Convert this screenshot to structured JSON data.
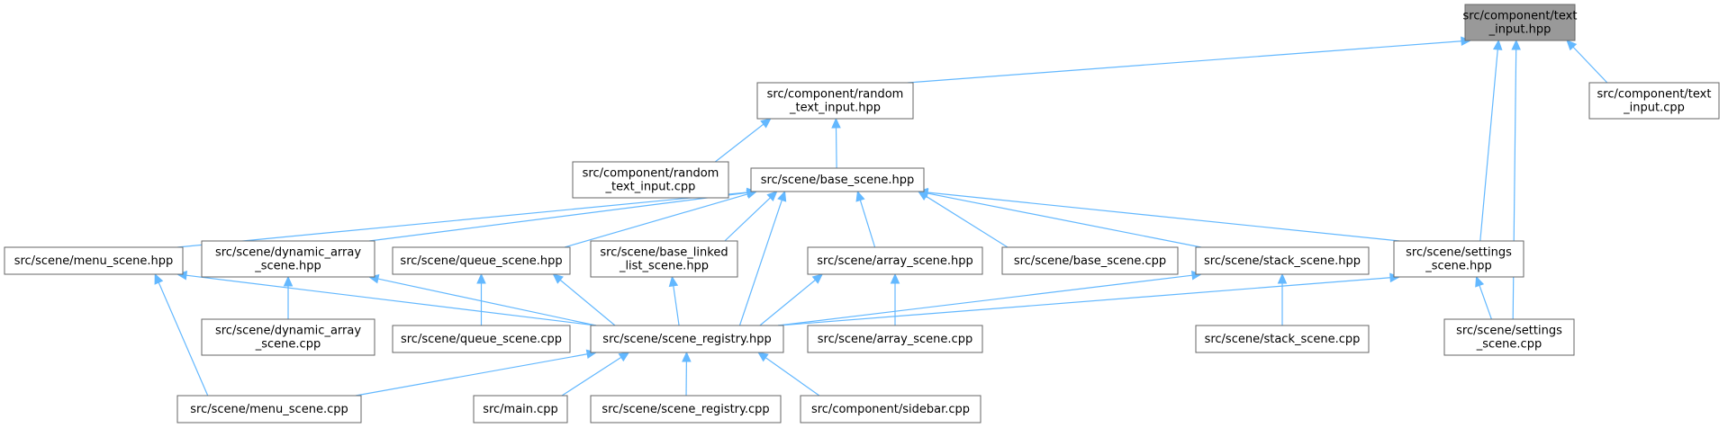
{
  "nodes": [
    {
      "id": "text_input_hpp",
      "lines": [
        "src/component/text",
        "_input.hpp"
      ],
      "root": true
    },
    {
      "id": "random_text_input_hpp",
      "lines": [
        "src/component/random",
        "_text_input.hpp"
      ]
    },
    {
      "id": "text_input_cpp",
      "lines": [
        "src/component/text",
        "_input.cpp"
      ]
    },
    {
      "id": "random_text_input_cpp",
      "lines": [
        "src/component/random",
        "_text_input.cpp"
      ]
    },
    {
      "id": "base_scene_hpp",
      "lines": [
        "src/scene/base_scene.hpp"
      ]
    },
    {
      "id": "menu_scene_hpp",
      "lines": [
        "src/scene/menu_scene.hpp"
      ]
    },
    {
      "id": "dynamic_array_scene_hpp",
      "lines": [
        "src/scene/dynamic_array",
        "_scene.hpp"
      ]
    },
    {
      "id": "queue_scene_hpp",
      "lines": [
        "src/scene/queue_scene.hpp"
      ]
    },
    {
      "id": "base_linked_list_scene_hpp",
      "lines": [
        "src/scene/base_linked",
        "_list_scene.hpp"
      ]
    },
    {
      "id": "array_scene_hpp",
      "lines": [
        "src/scene/array_scene.hpp"
      ]
    },
    {
      "id": "base_scene_cpp",
      "lines": [
        "src/scene/base_scene.cpp"
      ]
    },
    {
      "id": "stack_scene_hpp",
      "lines": [
        "src/scene/stack_scene.hpp"
      ]
    },
    {
      "id": "settings_scene_hpp",
      "lines": [
        "src/scene/settings",
        "_scene.hpp"
      ]
    },
    {
      "id": "dynamic_array_scene_cpp",
      "lines": [
        "src/scene/dynamic_array",
        "_scene.cpp"
      ]
    },
    {
      "id": "queue_scene_cpp",
      "lines": [
        "src/scene/queue_scene.cpp"
      ]
    },
    {
      "id": "scene_registry_hpp",
      "lines": [
        "src/scene/scene_registry.hpp"
      ]
    },
    {
      "id": "array_scene_cpp",
      "lines": [
        "src/scene/array_scene.cpp"
      ]
    },
    {
      "id": "stack_scene_cpp",
      "lines": [
        "src/scene/stack_scene.cpp"
      ]
    },
    {
      "id": "settings_scene_cpp",
      "lines": [
        "src/scene/settings",
        "_scene.cpp"
      ]
    },
    {
      "id": "menu_scene_cpp",
      "lines": [
        "src/scene/menu_scene.cpp"
      ]
    },
    {
      "id": "main_cpp",
      "lines": [
        "src/main.cpp"
      ]
    },
    {
      "id": "scene_registry_cpp",
      "lines": [
        "src/scene/scene_registry.cpp"
      ]
    },
    {
      "id": "sidebar_cpp",
      "lines": [
        "src/component/sidebar.cpp"
      ]
    }
  ],
  "edges": [
    [
      "random_text_input_hpp",
      "text_input_hpp"
    ],
    [
      "text_input_cpp",
      "text_input_hpp"
    ],
    [
      "settings_scene_hpp",
      "text_input_hpp"
    ],
    [
      "settings_scene_cpp",
      "text_input_hpp"
    ],
    [
      "random_text_input_cpp",
      "random_text_input_hpp"
    ],
    [
      "base_scene_hpp",
      "random_text_input_hpp"
    ],
    [
      "menu_scene_hpp",
      "base_scene_hpp"
    ],
    [
      "dynamic_array_scene_hpp",
      "base_scene_hpp"
    ],
    [
      "queue_scene_hpp",
      "base_scene_hpp"
    ],
    [
      "base_linked_list_scene_hpp",
      "base_scene_hpp"
    ],
    [
      "scene_registry_hpp",
      "base_scene_hpp"
    ],
    [
      "array_scene_hpp",
      "base_scene_hpp"
    ],
    [
      "base_scene_cpp",
      "base_scene_hpp"
    ],
    [
      "stack_scene_hpp",
      "base_scene_hpp"
    ],
    [
      "settings_scene_hpp",
      "base_scene_hpp"
    ],
    [
      "menu_scene_cpp",
      "menu_scene_hpp"
    ],
    [
      "scene_registry_hpp",
      "menu_scene_hpp"
    ],
    [
      "dynamic_array_scene_cpp",
      "dynamic_array_scene_hpp"
    ],
    [
      "scene_registry_hpp",
      "dynamic_array_scene_hpp"
    ],
    [
      "queue_scene_cpp",
      "queue_scene_hpp"
    ],
    [
      "scene_registry_hpp",
      "queue_scene_hpp"
    ],
    [
      "scene_registry_hpp",
      "base_linked_list_scene_hpp"
    ],
    [
      "scene_registry_hpp",
      "array_scene_hpp"
    ],
    [
      "array_scene_cpp",
      "array_scene_hpp"
    ],
    [
      "scene_registry_hpp",
      "stack_scene_hpp"
    ],
    [
      "stack_scene_cpp",
      "stack_scene_hpp"
    ],
    [
      "scene_registry_hpp",
      "settings_scene_hpp"
    ],
    [
      "settings_scene_cpp",
      "settings_scene_hpp"
    ],
    [
      "menu_scene_cpp",
      "scene_registry_hpp"
    ],
    [
      "main_cpp",
      "scene_registry_hpp"
    ],
    [
      "scene_registry_cpp",
      "scene_registry_hpp"
    ],
    [
      "sidebar_cpp",
      "scene_registry_hpp"
    ]
  ],
  "colors": {
    "edge": "#63b8ff",
    "root_fill": "#999999",
    "node_fill": "#ffffff",
    "node_stroke": "#666666"
  }
}
